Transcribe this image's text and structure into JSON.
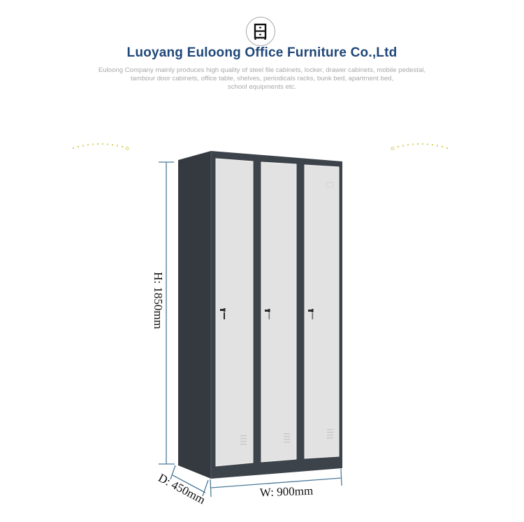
{
  "header": {
    "logo_icon": "drawer-cabinet-icon",
    "title": "Luoyang Euloong Office Furniture Co.,Ltd",
    "subtitle_lines": [
      "Euloong Company mainly produces high quality of  steel file cabinets, locker, drawer cabinets, mobile pedestal,",
      "tambour door cabinets, office table, shelves, periodicals racks, bunk bed, apartment bed,",
      "school equipments etc."
    ]
  },
  "decorations": {
    "left_arc_icon": "dotted-arc-left-icon",
    "right_arc_icon": "dotted-arc-right-icon",
    "arc_color": "#d9d36a"
  },
  "product": {
    "name": "3-door steel locker",
    "door_count": 3,
    "body_color": "#3c4249",
    "side_color": "#2f343a",
    "door_color": "#e1e1e1",
    "dimension_line_color": "#4d7a99",
    "dimensions": {
      "height": "H: 1850mm",
      "width": "W: 900mm",
      "depth": "D: 450mm"
    }
  }
}
